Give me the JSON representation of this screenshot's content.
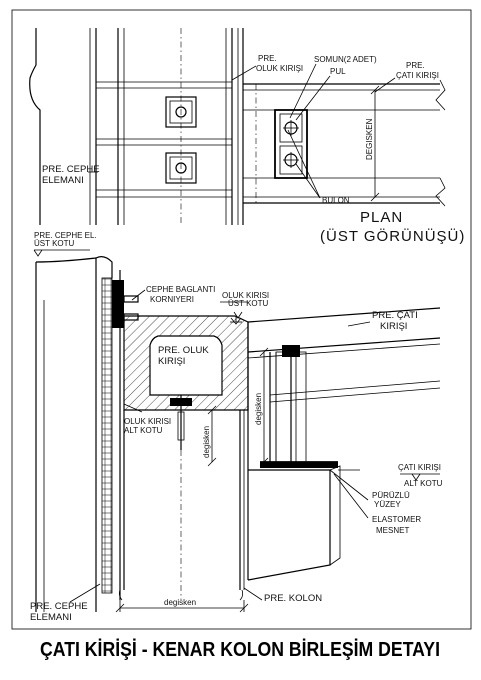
{
  "title": "ÇATI KİRİŞİ - KENAR KOLON BİRLEŞİM DETAYI",
  "plan": {
    "heading": "PLAN",
    "subheading": "(ÜST GÖRÜNÜŞÜ)",
    "labels": {
      "oluk_kirisi": [
        "PRE.",
        "OLUK KIRIŞI"
      ],
      "somun": "SOMUN(2 ADET)",
      "pul": "PUL",
      "cati_kirisi": [
        "PRE.",
        "ÇATI KIRIŞI"
      ],
      "degisken": "DEGISKEN",
      "cephe_elemani": [
        "PRE. CEPHE",
        "ELEMANI"
      ],
      "bulon": "BULON"
    }
  },
  "section": {
    "labels": {
      "cephe_ust_kotu": [
        "PRE. CEPHE EL.",
        "ÜST KOTU"
      ],
      "cephe_baglanti": [
        "CEPHE BAGLANTI",
        "KORNIYERI"
      ],
      "oluk_ust_kotu": [
        "OLUK KIRISI",
        "ÜST KOTU"
      ],
      "oluk_kirisi": [
        "PRE. OLUK",
        "KIRIŞI"
      ],
      "cati_kirisi": [
        "PRE. ÇATI",
        "KIRIŞI"
      ],
      "oluk_alt_kotu": [
        "OLUK KIRISI",
        "ALT KOTU"
      ],
      "degisken_v1": "degisken",
      "degisken_v2": "degisken",
      "cati_alt_kotu": [
        "ÇATI KIRIŞI",
        "ALT KOTU"
      ],
      "puruzlu_yuzey": [
        "PÜRÜZLÜ",
        "YÜZEY"
      ],
      "elastomer": [
        "ELASTOMER",
        "MESNET"
      ],
      "kolon": "PRE. KOLON",
      "degisken_h": "degisken",
      "cephe_elemani": [
        "PRE. CEPHE",
        "ELEMANI"
      ]
    }
  }
}
